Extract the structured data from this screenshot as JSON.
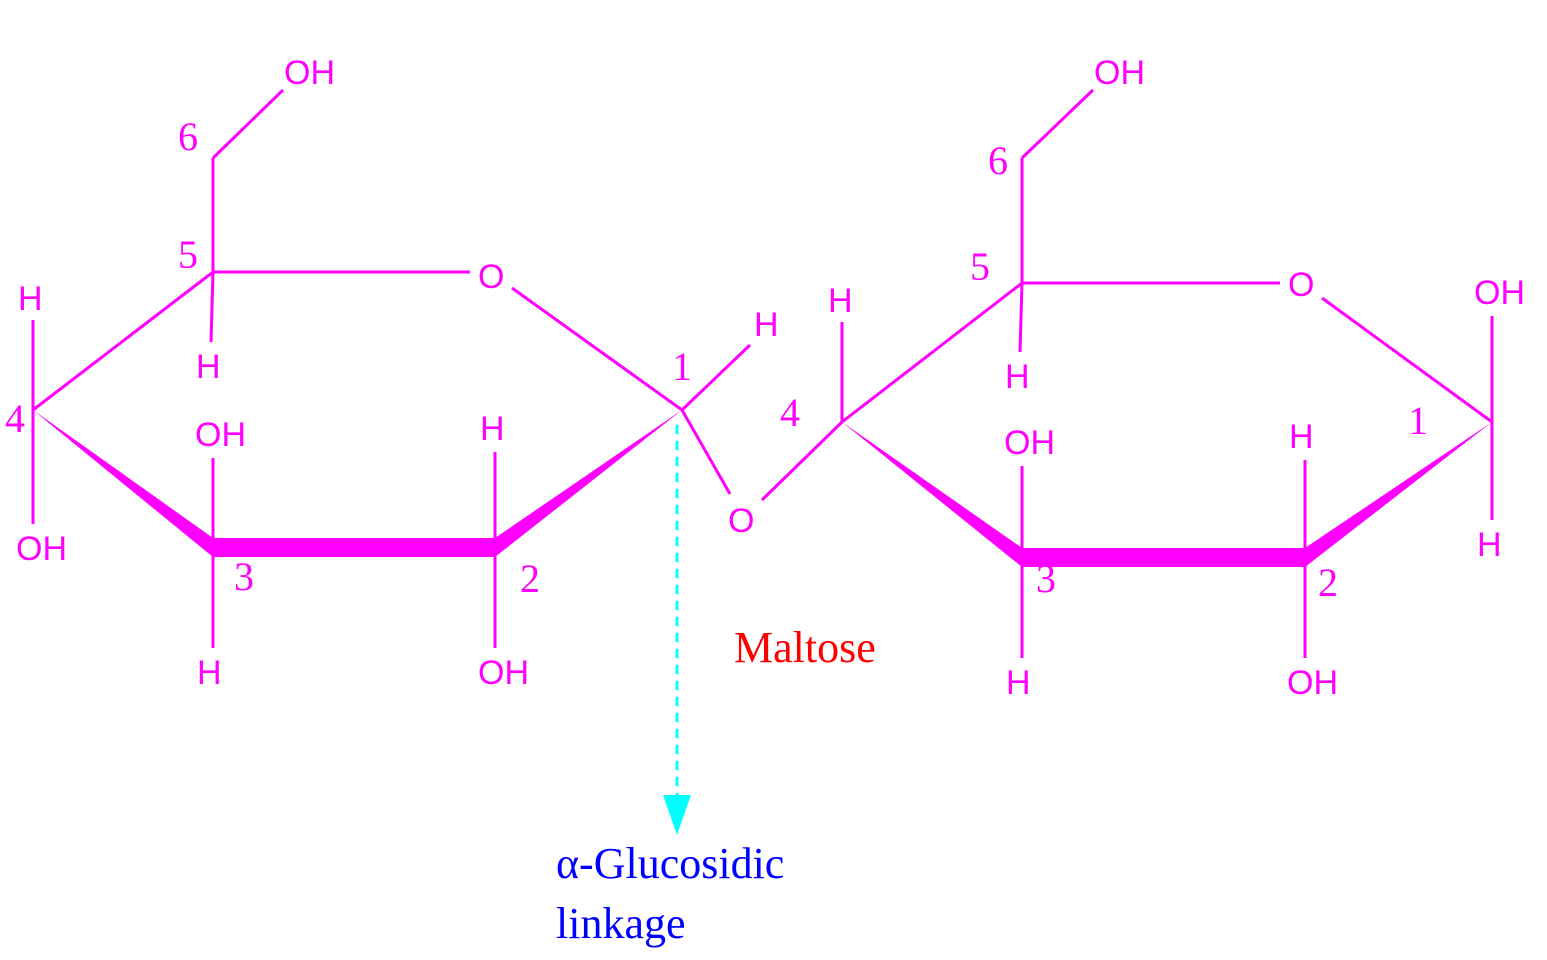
{
  "colors": {
    "structure": "#ff00ff",
    "title": "#ff0000",
    "annotation": "#0000ff",
    "arrow": "#00ffff"
  },
  "title": "Maltose",
  "linkage_label": {
    "line1": "α-Glucosidic",
    "line2": "linkage"
  },
  "left_ring": {
    "c1_number": "1",
    "c1_h": "H",
    "c2_number": "2",
    "c2_h": "H",
    "c2_oh": "OH",
    "c3_number": "3",
    "c3_oh": "OH",
    "c3_h": "H",
    "c4_number": "4",
    "c4_h": "H",
    "c4_oh": "OH",
    "c5_number": "5",
    "c5_h": "H",
    "c6_number": "6",
    "c6_oh": "OH",
    "ring_o": "O"
  },
  "bridge_o": "O",
  "right_ring": {
    "c1_number": "1",
    "c1_oh": "OH",
    "c1_h": "H",
    "c2_number": "2",
    "c2_h": "H",
    "c2_oh": "OH",
    "c3_number": "3",
    "c3_oh": "OH",
    "c3_h": "H",
    "c4_number": "4",
    "c4_h": "H",
    "c5_number": "5",
    "c5_h": "H",
    "c6_number": "6",
    "c6_oh": "OH",
    "ring_o": "O"
  }
}
